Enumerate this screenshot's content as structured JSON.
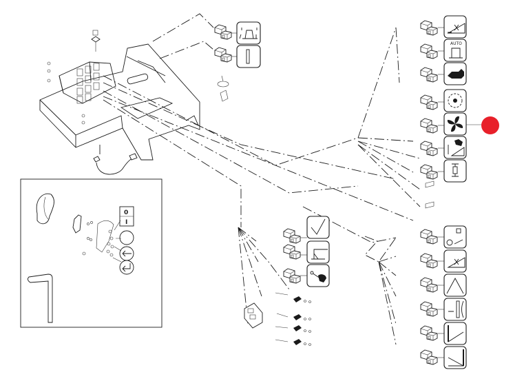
{
  "diagram": {
    "title": "",
    "type": "exploded-parts-view",
    "colors": {
      "line": "#1a1a1a",
      "background": "#ffffff",
      "hotspot": "#e8202a"
    },
    "right_panel_top": {
      "switches": [
        {
          "id": "angle-tilt",
          "icon": "tilt-angle-icon"
        },
        {
          "id": "auto-height",
          "icon": "auto-header-height-icon",
          "label": "AUTO"
        },
        {
          "id": "combine",
          "icon": "combine-harvester-icon"
        },
        {
          "id": "reel",
          "icon": "reel-rotor-icon"
        },
        {
          "id": "fan",
          "icon": "fan-icon",
          "hotspot": true
        },
        {
          "id": "header-lift",
          "icon": "header-lift-icon"
        },
        {
          "id": "axle",
          "icon": "axle-icon"
        }
      ]
    },
    "right_panel_bottom": {
      "switches": [
        {
          "id": "feeder",
          "icon": "feeder-sensor-icon"
        },
        {
          "id": "angle-tilt-2",
          "icon": "tilt-angle-icon"
        },
        {
          "id": "chevron",
          "icon": "chevron-up-icon"
        },
        {
          "id": "concave",
          "icon": "concave-gap-icon"
        },
        {
          "id": "slope-left",
          "icon": "slope-left-icon"
        },
        {
          "id": "slope-right",
          "icon": "slope-right-icon"
        }
      ]
    },
    "top_center_switches": [
      {
        "id": "unloading",
        "icon": "unloading-auger-icon"
      },
      {
        "id": "indicator",
        "icon": "vertical-bar-icon"
      }
    ],
    "middle_switches": [
      {
        "id": "confirm",
        "icon": "checkmark-icon"
      },
      {
        "id": "spout",
        "icon": "spout-icon"
      },
      {
        "id": "joystick",
        "icon": "joystick-icon"
      }
    ],
    "inset": {
      "switch_labels": [
        "0",
        "I"
      ],
      "symbols": [
        "blank-circle",
        "arrow-left-icon",
        "return-arrow-icon"
      ]
    },
    "hotspot": {
      "label": "selected-part-marker"
    }
  }
}
